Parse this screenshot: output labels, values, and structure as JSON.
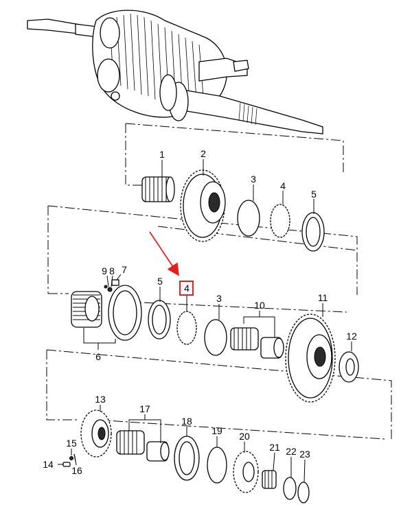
{
  "diagram": {
    "highlight_color": "#e02020",
    "highlighted_callout": "4",
    "callouts": {
      "c1": "1",
      "c2": "2",
      "c3a": "3",
      "c4a": "4",
      "c5a": "5",
      "c9": "9",
      "c8": "8",
      "c7": "7",
      "c5b": "5",
      "c4b": "4",
      "c3b": "3",
      "c10": "10",
      "c11": "11",
      "c6": "6",
      "c12": "12",
      "c13": "13",
      "c17": "17",
      "c18": "18",
      "c19": "19",
      "c20": "20",
      "c21": "21",
      "c22": "22",
      "c23": "23",
      "c15": "15",
      "c14": "14",
      "c16": "16"
    }
  }
}
